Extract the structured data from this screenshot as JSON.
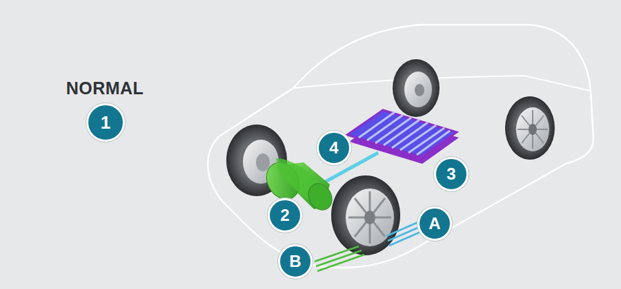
{
  "diagram": {
    "labels": [
      "NORMAL",
      "1",
      "4",
      "3",
      "2",
      "A",
      "B"
    ]
  }
}
